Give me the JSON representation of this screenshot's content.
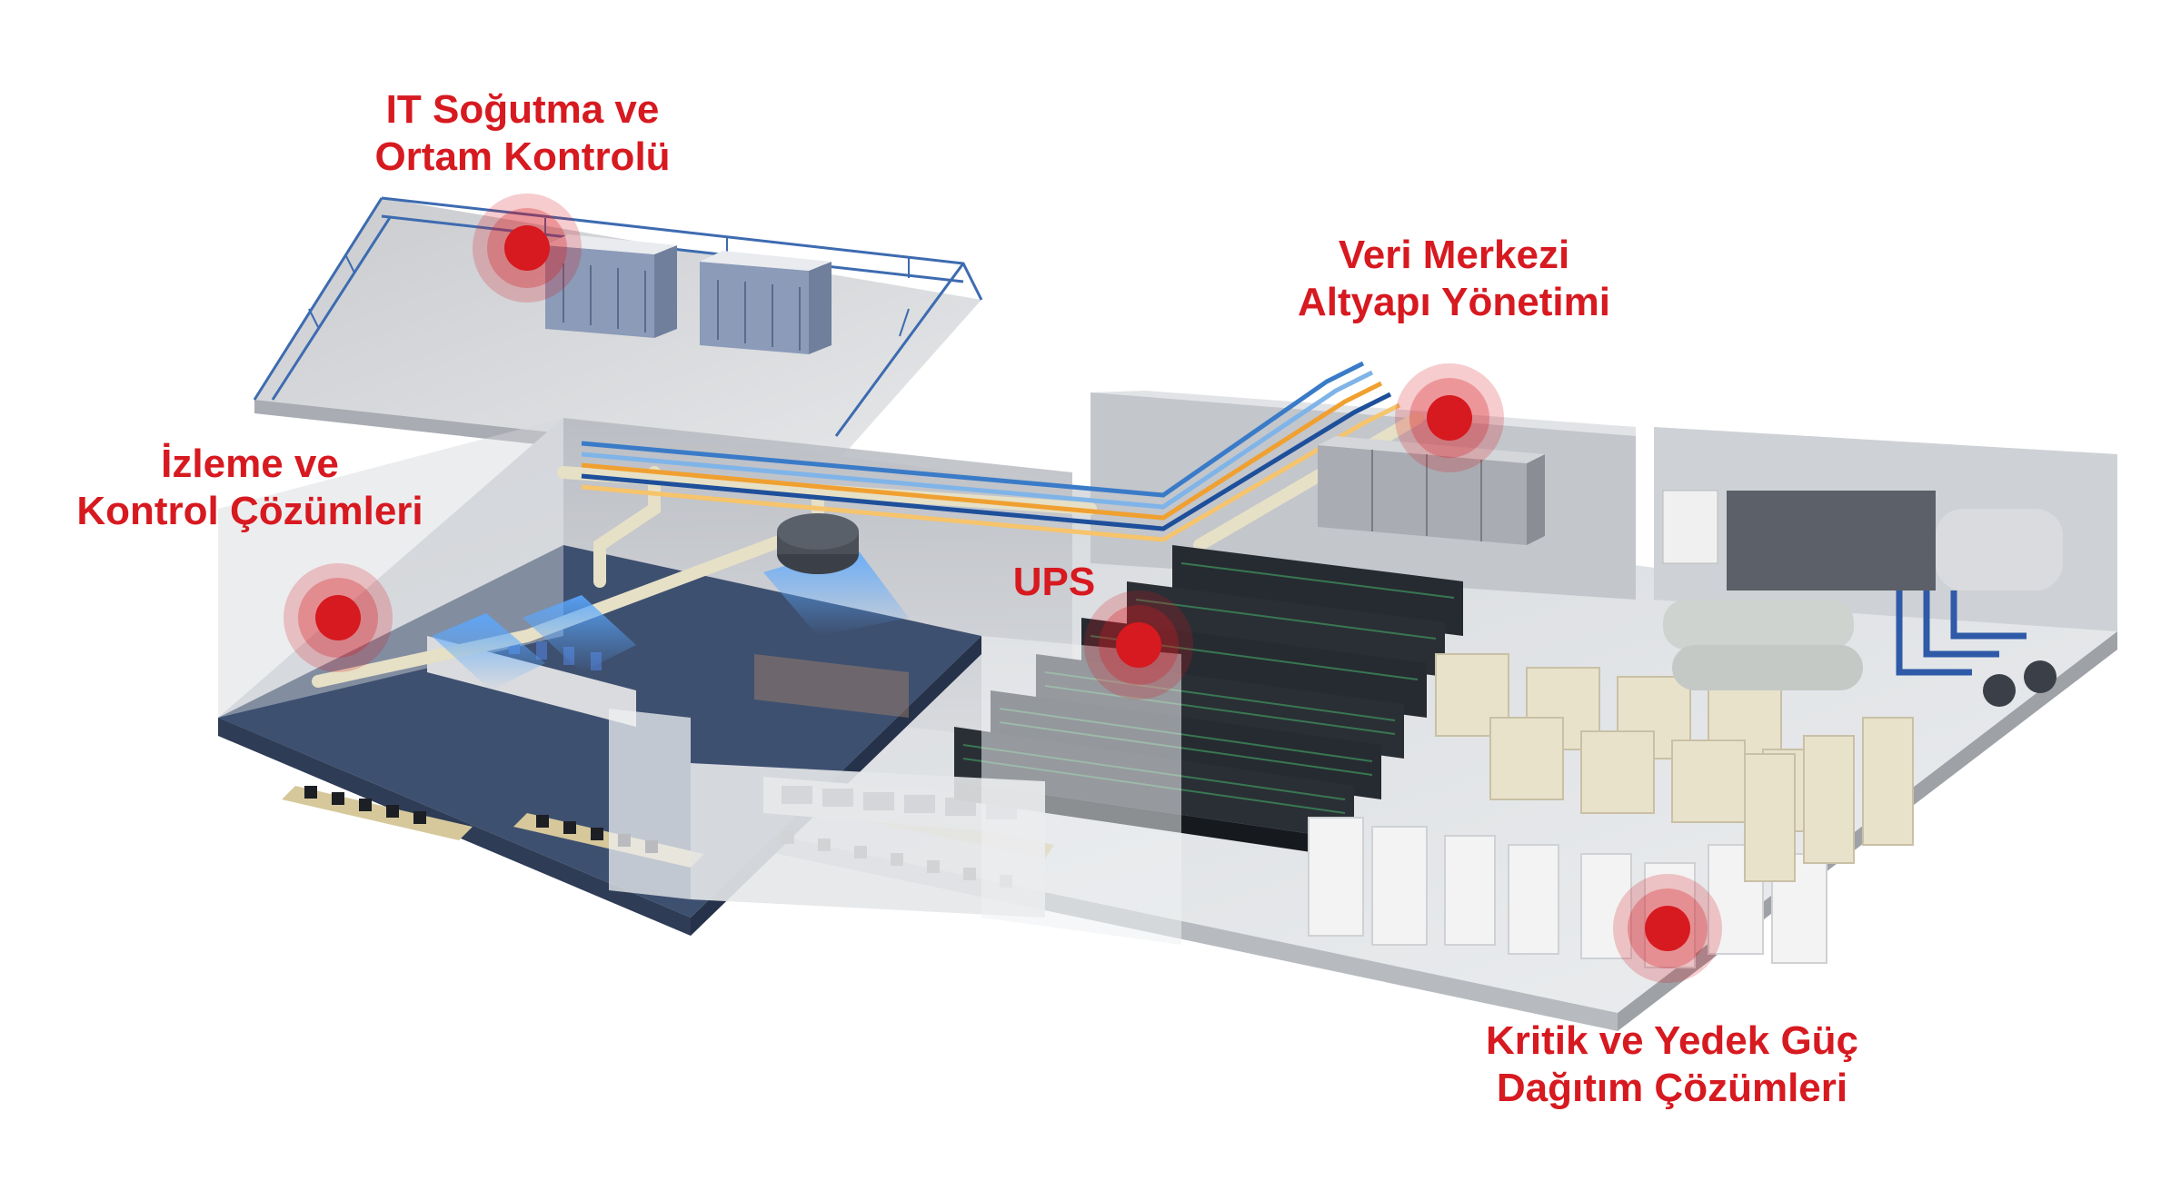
{
  "colors": {
    "accent": "#d71920",
    "floor": "#dfe1e4",
    "wall": "#c6c9ce",
    "carpet": "#3d4f6a",
    "rack": "#24292e",
    "pipe_blue": "#3a7bc8",
    "pipe_orange": "#f0a030",
    "cream": "#e8e0c8"
  },
  "callouts": [
    {
      "id": "cooling",
      "lines": [
        "IT Soğutma ve",
        "Ortam Kontrolü"
      ]
    },
    {
      "id": "dcim",
      "lines": [
        "Veri Merkezi",
        "Altyapı Yönetimi"
      ]
    },
    {
      "id": "monitoring",
      "lines": [
        "İzleme ve",
        "Kontrol Çözümleri"
      ]
    },
    {
      "id": "ups",
      "lines": [
        "UPS"
      ]
    },
    {
      "id": "power",
      "lines": [
        "Kritik ve Yedek Güç",
        "Dağıtım Çözümleri"
      ]
    }
  ]
}
